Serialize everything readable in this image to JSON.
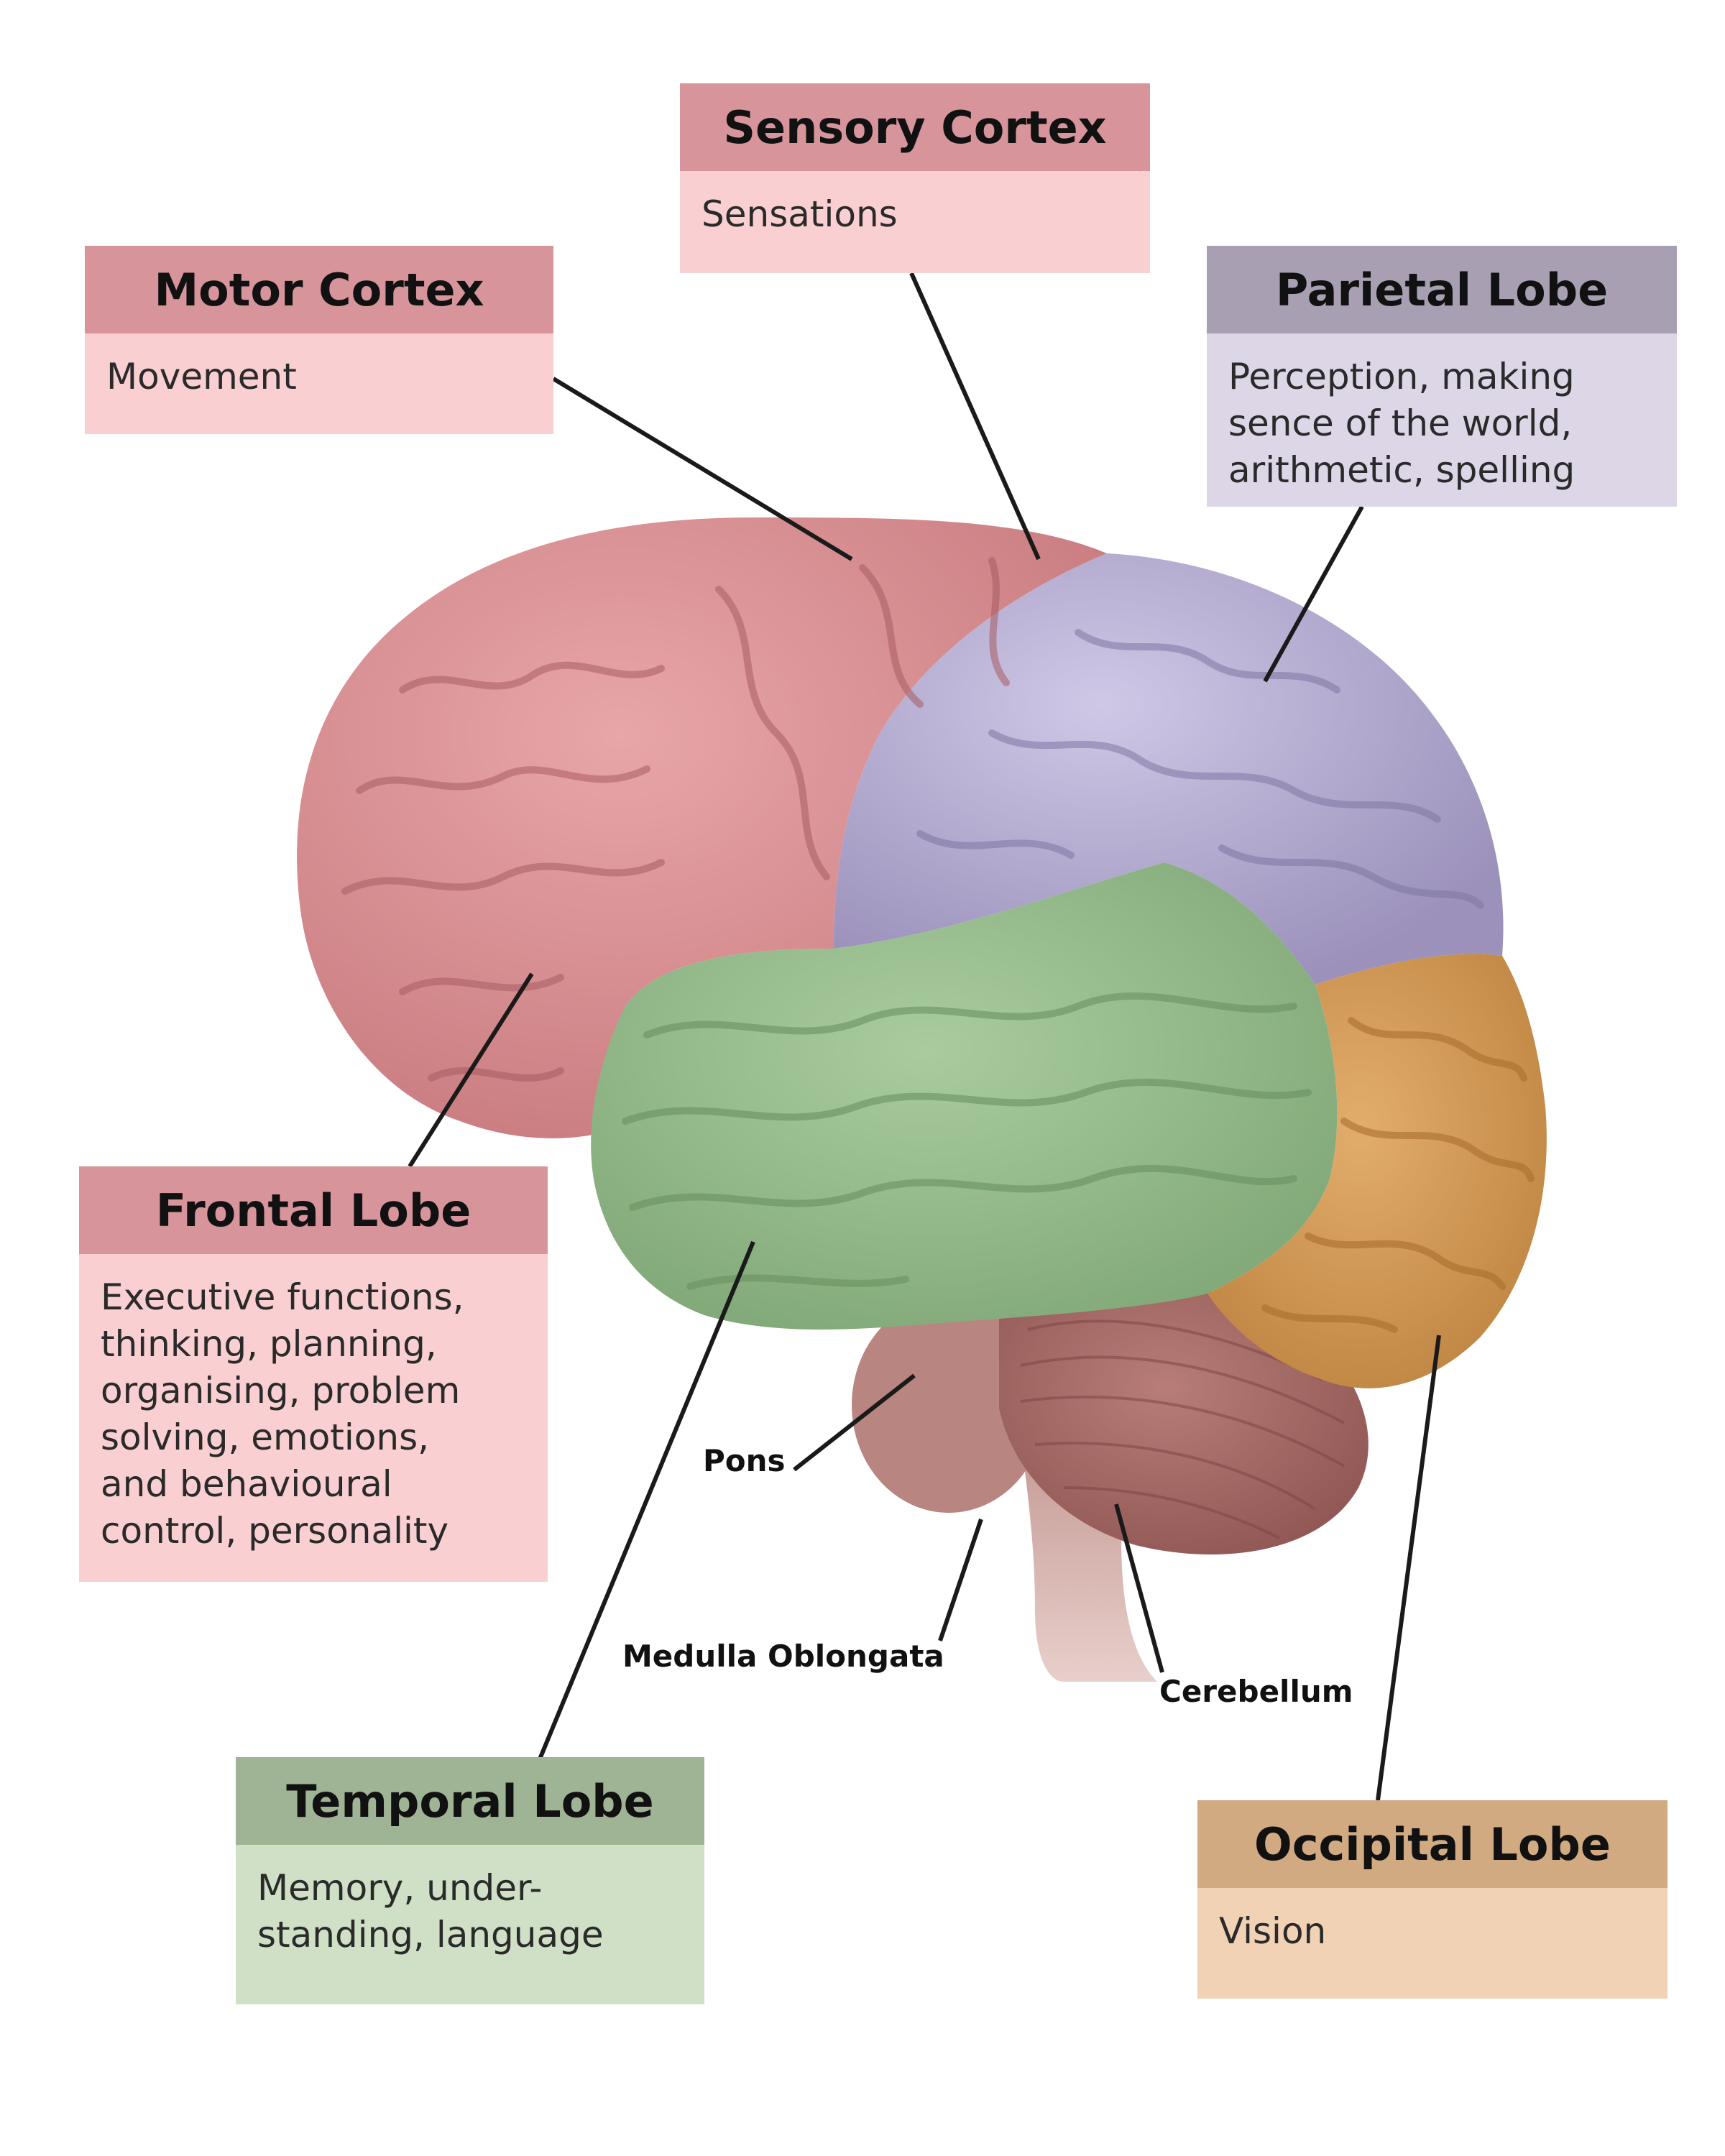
{
  "labels": {
    "sensory": {
      "title": "Sensory Cortex",
      "desc": "Sensations"
    },
    "motor": {
      "title": "Motor Cortex",
      "desc": "Movement"
    },
    "parietal": {
      "title": "Parietal Lobe",
      "desc": "Perception, making\nsence of the world,\narithmetic, spelling"
    },
    "frontal": {
      "title": "Frontal Lobe",
      "desc": "Executive functions,\nthinking, planning,\norganising, problem\nsolving, emotions,\nand behavioural\ncontrol, personality"
    },
    "temporal": {
      "title": "Temporal Lobe",
      "desc": "Memory, under-\nstanding, language"
    },
    "occipital": {
      "title": "Occipital Lobe",
      "desc": "Vision"
    },
    "pons": "Pons",
    "medulla": "Medulla Oblongata",
    "cerebellum": "Cerebellum"
  },
  "colors": {
    "red_head": "#d7959b",
    "red_body": "#f9cfd1",
    "purple_head": "#a8a0b2",
    "purple_body": "#ddd6e7",
    "green_head": "#9fb495",
    "green_body": "#cfe0c6",
    "orange_head": "#d1aa82",
    "orange_body": "#f1d2b5",
    "frontal_lobe": "#d98f92",
    "parietal_lobe": "#b3a9cf",
    "temporal_lobe": "#93b98a",
    "occipital_lobe": "#d1944c",
    "cerebellum": "#a86a66",
    "brainstem": "#bd8a82"
  }
}
